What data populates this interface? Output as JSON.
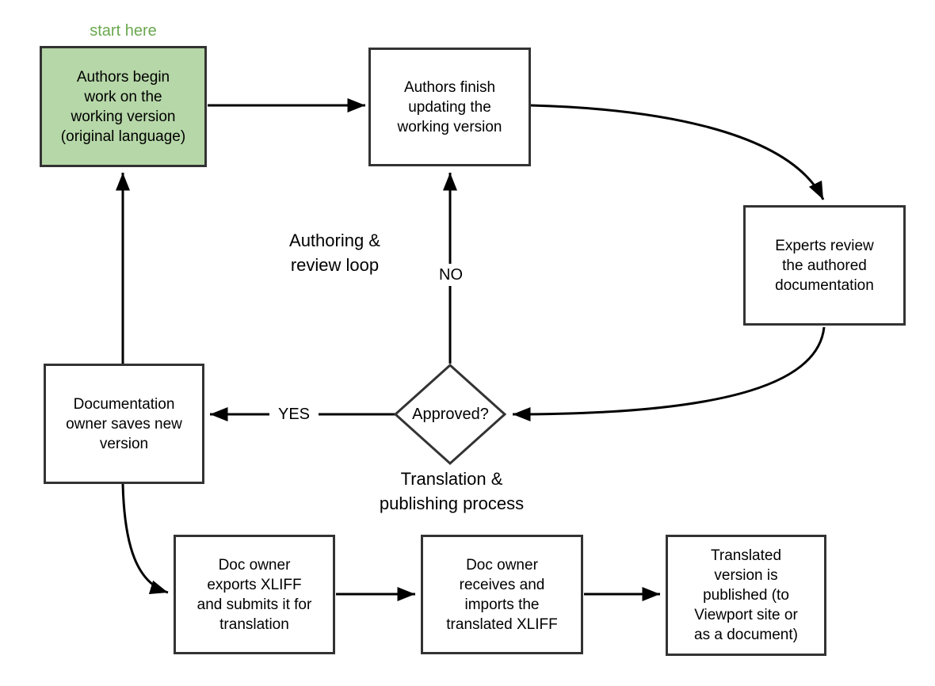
{
  "diagram": {
    "annotations": {
      "start_here": "start here",
      "authoring_loop": "Authoring &\nreview loop",
      "translation_process": "Translation &\npublishing process",
      "no_label": "NO",
      "yes_label": "YES"
    },
    "nodes": {
      "start": "Authors begin\nwork on the\nworking version\n(original language)",
      "finish_update": "Authors finish\nupdating the\nworking version",
      "experts_review": "Experts review\nthe authored\ndocumentation",
      "approved": "Approved?",
      "save_version": "Documentation\nowner saves new\nversion",
      "export_xliff": "Doc owner\nexports XLIFF\nand submits it for\ntranslation",
      "import_xliff": "Doc owner\nreceives and\nimports the\ntranslated XLIFF",
      "publish": "Translated\nversion is\npublished (to\nViewport site or\nas a document)"
    },
    "colors": {
      "start_node_fill": "#b6d7a8",
      "start_here_text": "#6aa84f",
      "node_border": "#333333",
      "arrow": "#000000",
      "text": "#000000",
      "background": "#ffffff"
    }
  }
}
